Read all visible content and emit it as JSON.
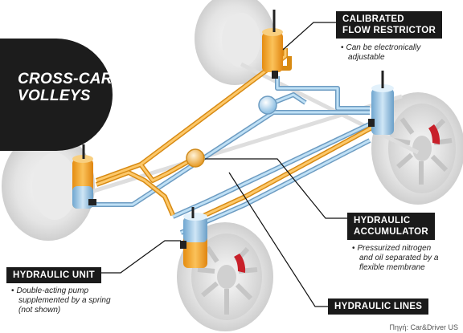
{
  "title": {
    "line1": "CROSS-CAR",
    "line2": "VOLLEYS"
  },
  "labels": {
    "flow_restrictor": {
      "line1": "CALIBRATED",
      "line2": "FLOW RESTRICTOR",
      "note_line1": "Can be electronically",
      "note_line2": "adjustable"
    },
    "accumulator": {
      "line1": "HYDRAULIC",
      "line2": "ACCUMULATOR",
      "note_line1": "Pressurized nitrogen",
      "note_line2": "and oil separated by a",
      "note_line3": "flexible membrane"
    },
    "hydraulic_unit": {
      "line1": "HYDRAULIC UNIT",
      "note_line1": "Double-acting pump",
      "note_line2": "supplemented by a spring",
      "note_line3": "(not shown)"
    },
    "hydraulic_lines": {
      "line1": "HYDRAULIC LINES"
    }
  },
  "bullet": "•",
  "source": "Πηγή: Car&Driver US",
  "colors": {
    "orange_line": "#f0a020",
    "blue_line": "#9cc8e6",
    "label_bg": "#1a1a1a",
    "tire": "#e6e6e6"
  }
}
